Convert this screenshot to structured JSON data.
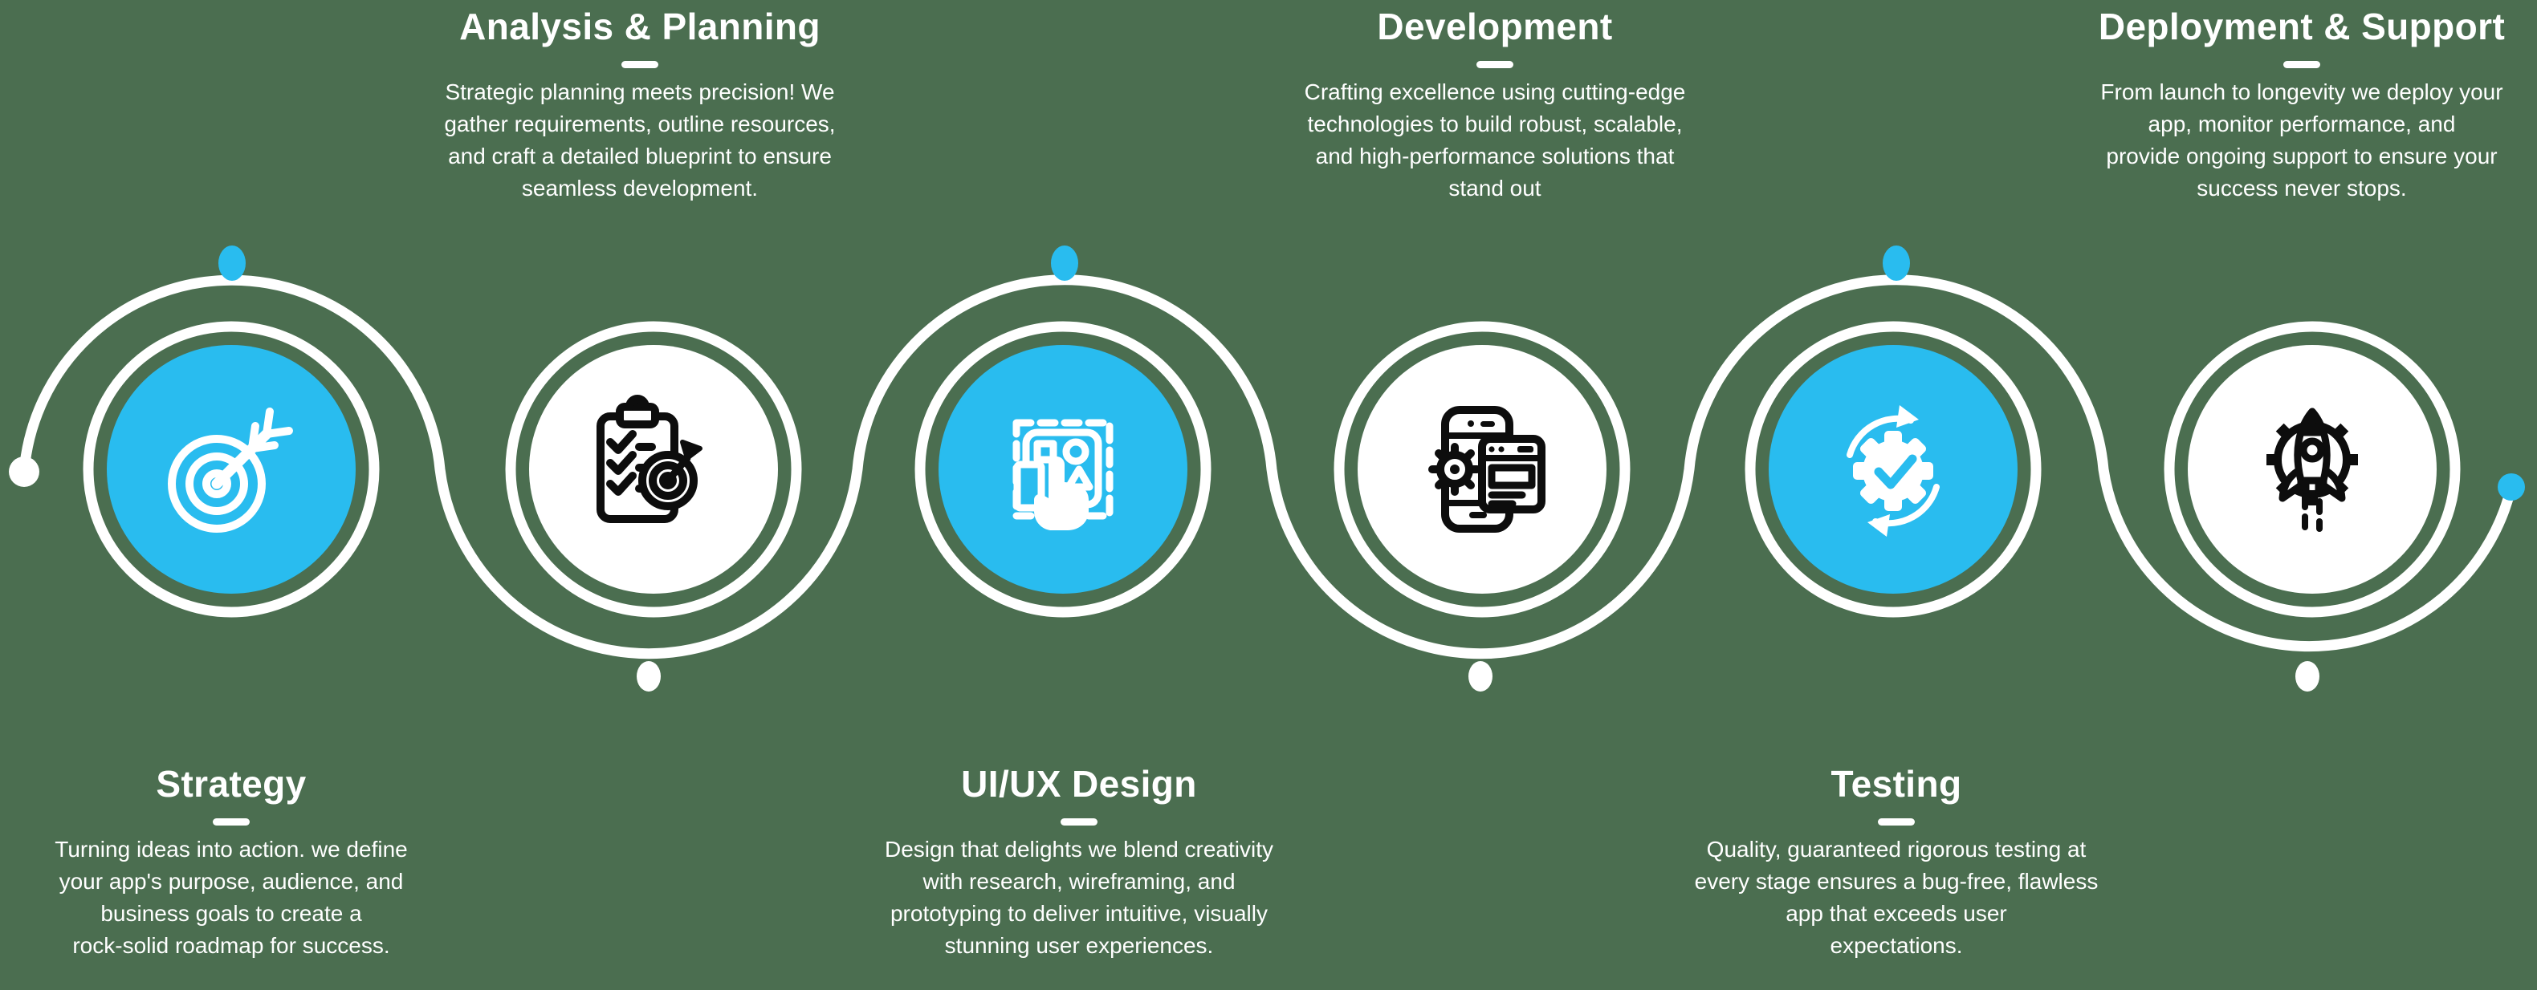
{
  "meta": {
    "kind": "mobile-app-development-process-infographic",
    "stage_count": 6
  },
  "colors": {
    "background_green": "#4B6E50",
    "accent_blue": "#29BCEF",
    "line_white": "#FFFFFF",
    "icon_ink": "#0D0D0D"
  },
  "stages": [
    {
      "id": "strategy",
      "title": "Strategy",
      "label_position": "bottom",
      "disc_color": "blue",
      "icon": "target-dart-icon",
      "lines": [
        "Turning ideas into action. we define",
        "your app's purpose, audience, and",
        "business goals to create a",
        "rock-solid roadmap for success."
      ]
    },
    {
      "id": "analysis-planning",
      "title": "Analysis & Planning",
      "label_position": "top",
      "disc_color": "white",
      "icon": "clipboard-checklist-target-icon",
      "lines": [
        "Strategic planning meets precision! We",
        "gather requirements, outline resources,",
        "and craft a detailed blueprint to ensure",
        "seamless development."
      ]
    },
    {
      "id": "uiux-design",
      "title": "UI/UX Design",
      "label_position": "bottom",
      "disc_color": "blue",
      "icon": "wireframe-hand-icon",
      "lines": [
        "Design that delights we blend creativity",
        "with research, wireframing, and",
        "prototyping to deliver intuitive, visually",
        "stunning user experiences."
      ]
    },
    {
      "id": "development",
      "title": "Development",
      "label_position": "top",
      "disc_color": "white",
      "icon": "phone-gear-window-icon",
      "lines": [
        "Crafting excellence using cutting-edge",
        "technologies to build robust, scalable,",
        "and high-performance solutions that",
        "stand out"
      ]
    },
    {
      "id": "testing",
      "title": "Testing",
      "label_position": "bottom",
      "disc_color": "blue",
      "icon": "gear-check-refresh-icon",
      "lines": [
        "Quality, guaranteed  rigorous testing at",
        "every stage ensures a bug-free, flawless",
        "app that exceeds user",
        "expectations."
      ]
    },
    {
      "id": "deployment-support",
      "title": "Deployment & Support",
      "label_position": "top",
      "disc_color": "white",
      "icon": "rocket-gear-icon",
      "lines": [
        "From launch to longevity we deploy your",
        "app, monitor performance, and",
        "provide ongoing support to ensure your",
        "success never stops."
      ]
    }
  ]
}
